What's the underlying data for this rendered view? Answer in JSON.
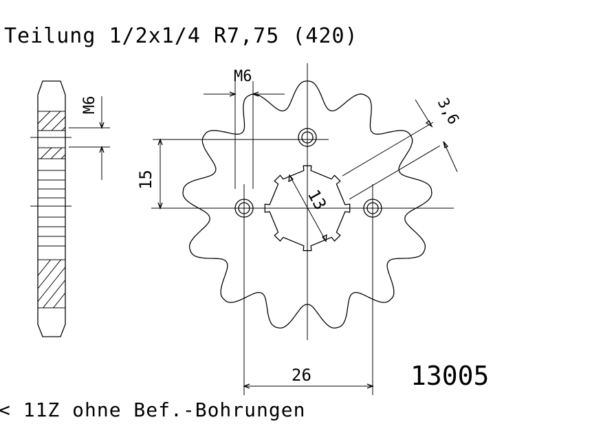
{
  "drawing": {
    "title": "Teilung 1/2x1/4 R7,75 (420)",
    "part_number": "13005",
    "footnote": "< 11Z ohne Bef.-Bohrungen",
    "side_view": {
      "thread_label": "M6"
    },
    "front_view": {
      "thread_label": "M6",
      "hole_spacing_label": "26",
      "vertical_offset_label": "15",
      "bore_label": "13",
      "thickness_label": "3,6",
      "teeth": 13
    }
  }
}
